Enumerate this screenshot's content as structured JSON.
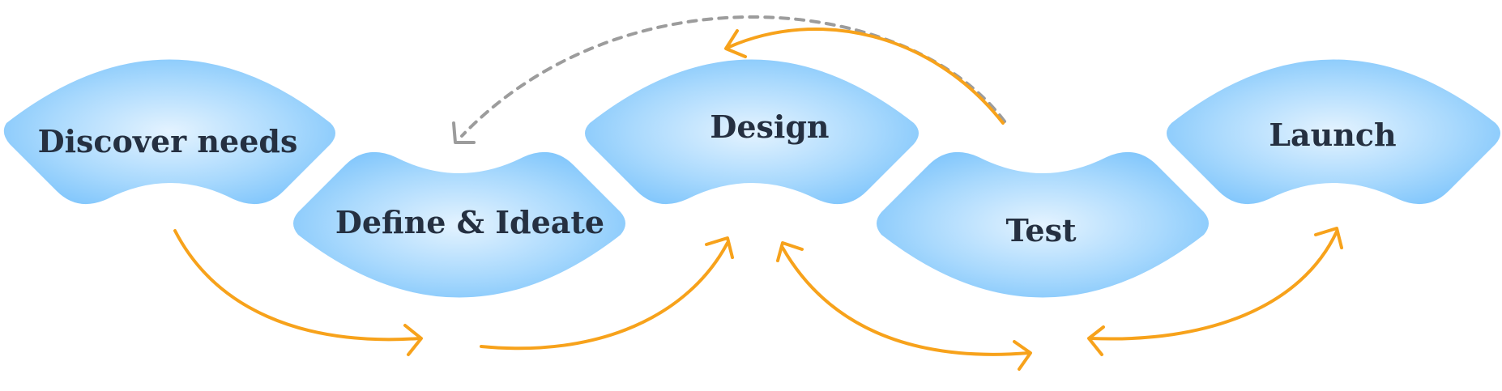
{
  "steps": [
    {
      "label": "Discover needs"
    },
    {
      "label": "Define & Ideate"
    },
    {
      "label": "Design"
    },
    {
      "label": "Test"
    },
    {
      "label": "Launch"
    }
  ],
  "colors": {
    "shape_edge": "#74c0fb",
    "shape_center": "#e4f3ff",
    "label_text": "#253041",
    "flow_arrow": "#f7a21b",
    "feedback_arrow": "#9c9c9c"
  },
  "connections": [
    {
      "from": "Discover needs",
      "to": "Define & Ideate",
      "style": "solid",
      "direction": "forward"
    },
    {
      "from": "Define & Ideate",
      "to": "Design",
      "style": "solid",
      "direction": "forward"
    },
    {
      "from": "Design",
      "to": "Test",
      "style": "solid",
      "direction": "both"
    },
    {
      "from": "Test",
      "to": "Launch",
      "style": "solid",
      "direction": "both"
    },
    {
      "from": "Test",
      "to": "Design",
      "style": "solid",
      "direction": "forward"
    },
    {
      "from": "Test",
      "to": "Define & Ideate",
      "style": "dashed",
      "direction": "forward"
    }
  ]
}
